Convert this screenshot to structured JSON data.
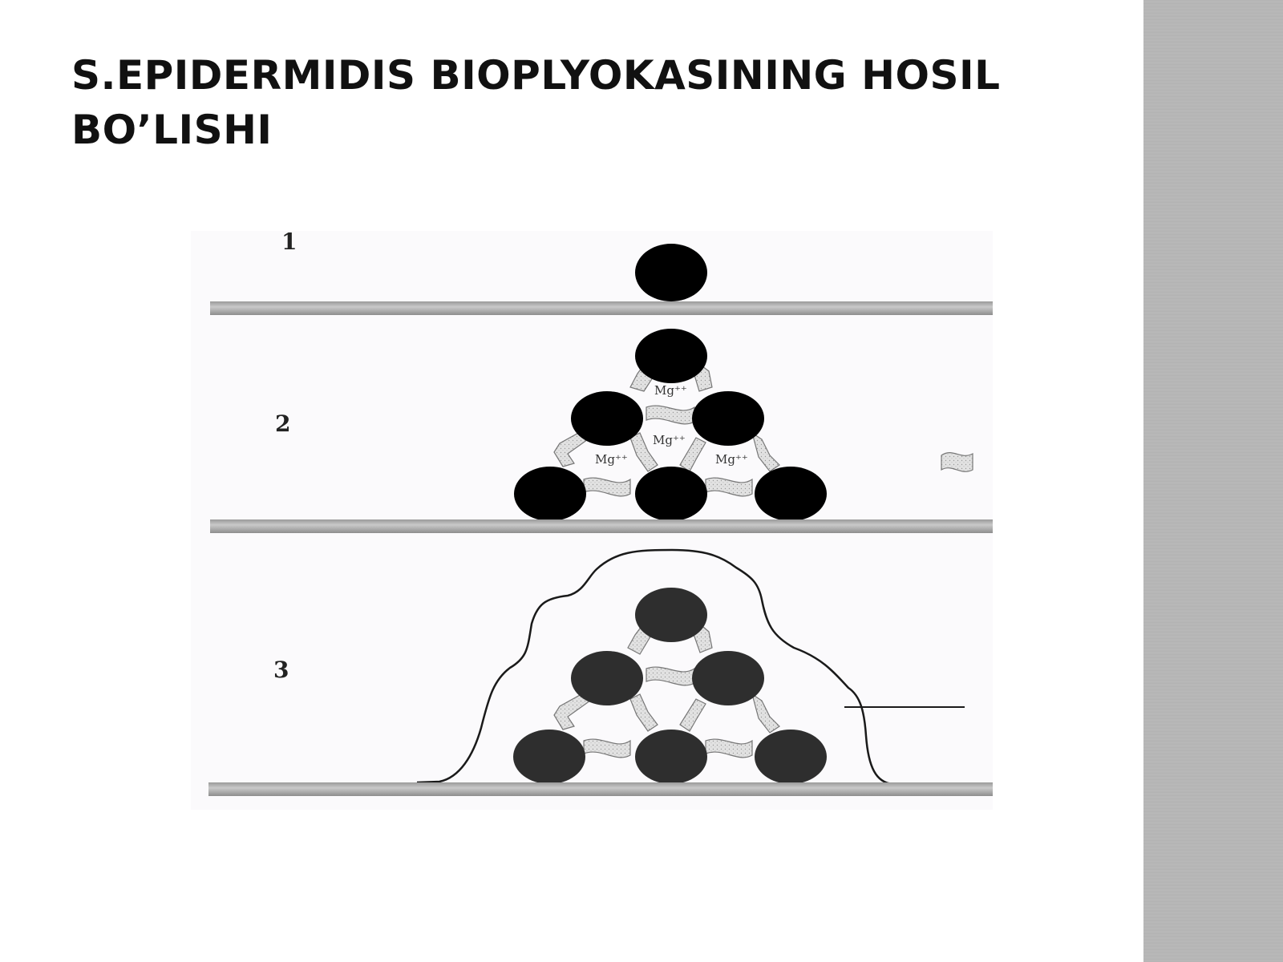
{
  "slide": {
    "title_lines": [
      "S.EPIDERMIDIS BIOPLYOKASINING HOSIL",
      "BO’LISHI"
    ]
  },
  "diagram": {
    "panels": [
      {
        "label": "1"
      },
      {
        "label": "2",
        "ion_labels": [
          "Mg⁺⁺",
          "Mg⁺⁺",
          "Mg⁺⁺",
          "Mg⁺⁺"
        ]
      },
      {
        "label": "3"
      }
    ]
  },
  "colors": {
    "sidebar": "#b7b7b7",
    "cell_dark": "#000000",
    "cell_grey": "#2e2e2e",
    "surface": "#bcbcbc",
    "bridge": "#d8d8d8"
  }
}
